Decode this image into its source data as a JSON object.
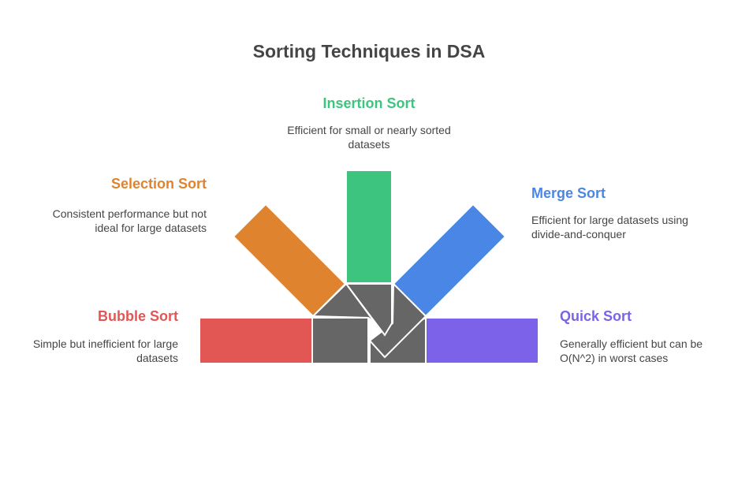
{
  "title": "Sorting Techniques in DSA",
  "colors": {
    "insertion": "#3dc47e",
    "selection": "#df832e",
    "merge": "#4a86e6",
    "bubble": "#e25654",
    "quick": "#7b62e8",
    "hub": "#666666",
    "text": "#454545"
  },
  "techniques": {
    "insertion": {
      "name": "Insertion Sort",
      "description": "Efficient for small or nearly sorted datasets"
    },
    "selection": {
      "name": "Selection Sort",
      "description": "Consistent performance but not ideal for large datasets"
    },
    "merge": {
      "name": "Merge Sort",
      "description": "Efficient for large datasets using divide-and-conquer"
    },
    "bubble": {
      "name": "Bubble Sort",
      "description": "Simple but inefficient for large datasets"
    },
    "quick": {
      "name": "Quick Sort",
      "description": "Generally efficient but can be O(N^2) in worst cases"
    }
  }
}
